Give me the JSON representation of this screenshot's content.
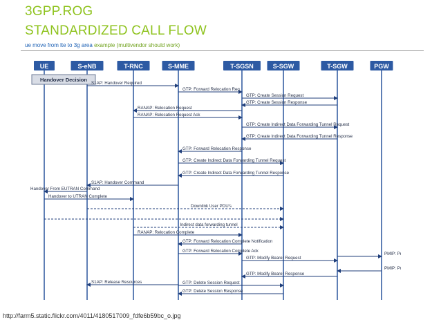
{
  "header": {
    "title_line1": "3GPP.ROG",
    "title_line2": "STANDARDIZED CALL FLOW",
    "subtitle_part1": "ue move from lte to 3g area",
    "subtitle_part2": "example (multivendor should work)"
  },
  "source_url": "http://farm5.static.flickr.com/4011/4180517009_fdfe6b59bc_o.jpg",
  "colors": {
    "title": "#8fc31f",
    "subtitle_link": "#1a5fb4",
    "node_fill": "#2d5aa3",
    "lifeline": "#5f7fb5",
    "message": "#1f3e7a"
  },
  "diagram": {
    "nodes": [
      "UE",
      "S-eNB",
      "T-RNC",
      "S-MME",
      "T-SGSN",
      "S-SGW",
      "T-SGW",
      "PGW"
    ],
    "step_box": "Handover Decision",
    "messages": [
      {
        "label": "S1AP: Handover Required",
        "from": 1,
        "to": 3
      },
      {
        "label": "GTP: Forward Relocation Req",
        "from": 3,
        "to": 4
      },
      {
        "label": "GTP: Create Session Request",
        "from": 4,
        "to": 6
      },
      {
        "label": "GTP: Create Session Response",
        "from": 6,
        "to": 4
      },
      {
        "label": "RANAP: Relocation Request",
        "from": 4,
        "to": 2
      },
      {
        "label": "RANAP: Relocation Request Ack",
        "from": 2,
        "to": 4
      },
      {
        "label": "GTP: Create Indirect Data Forwarding Tunnel Request",
        "from": 4,
        "to": 6
      },
      {
        "label": "GTP: Create Indirect Data Forwarding Tunnel Response",
        "from": 6,
        "to": 4
      },
      {
        "label": "GTP: Forward Relocation Response",
        "from": 4,
        "to": 3
      },
      {
        "label": "GTP: Create Indirect Data Forwarding Tunnel Request",
        "from": 3,
        "to": 5
      },
      {
        "label": "GTP: Create Indirect Data Forwarding Tunnel Response",
        "from": 5,
        "to": 3
      },
      {
        "label": "S1AP: Handover Command",
        "from": 3,
        "to": 1
      },
      {
        "label": "Handover From EUTRAN Command",
        "from": 1,
        "to": 0
      },
      {
        "label": "Handover to UTRAN Complete",
        "from": 0,
        "to": 2
      },
      {
        "label": "Downlink User PDU's",
        "from": 1,
        "to": 5,
        "dashed": true
      },
      {
        "label": "",
        "from": 0,
        "to": 5,
        "dashed": true
      },
      {
        "label": "Indirect data forwarding tunnel",
        "from": 2,
        "to": 5,
        "dashed": true
      },
      {
        "label": "RANAP: Relocation Complete",
        "from": 2,
        "to": 4
      },
      {
        "label": "GTP: Forward Relocation Complete Notification",
        "from": 4,
        "to": 3
      },
      {
        "label": "GTP: Forward Relocation Complete Ack",
        "from": 3,
        "to": 4
      },
      {
        "label": "GTP: Modify Bearer Request",
        "from": 4,
        "to": 6
      },
      {
        "label": "PMIP: Proxy Binding Update",
        "from": 6,
        "to": 7
      },
      {
        "label": "PMIP: Proxy Binding Update Ack",
        "from": 7,
        "to": 6
      },
      {
        "label": "GTP: Modify Bearer Response",
        "from": 6,
        "to": 4
      },
      {
        "label": "S1AP: Release Resources",
        "from": 3,
        "to": 1
      },
      {
        "label": "GTP: Delete Session Request",
        "from": 3,
        "to": 5
      },
      {
        "label": "GTP: Delete Session Response",
        "from": 5,
        "to": 3
      }
    ]
  }
}
